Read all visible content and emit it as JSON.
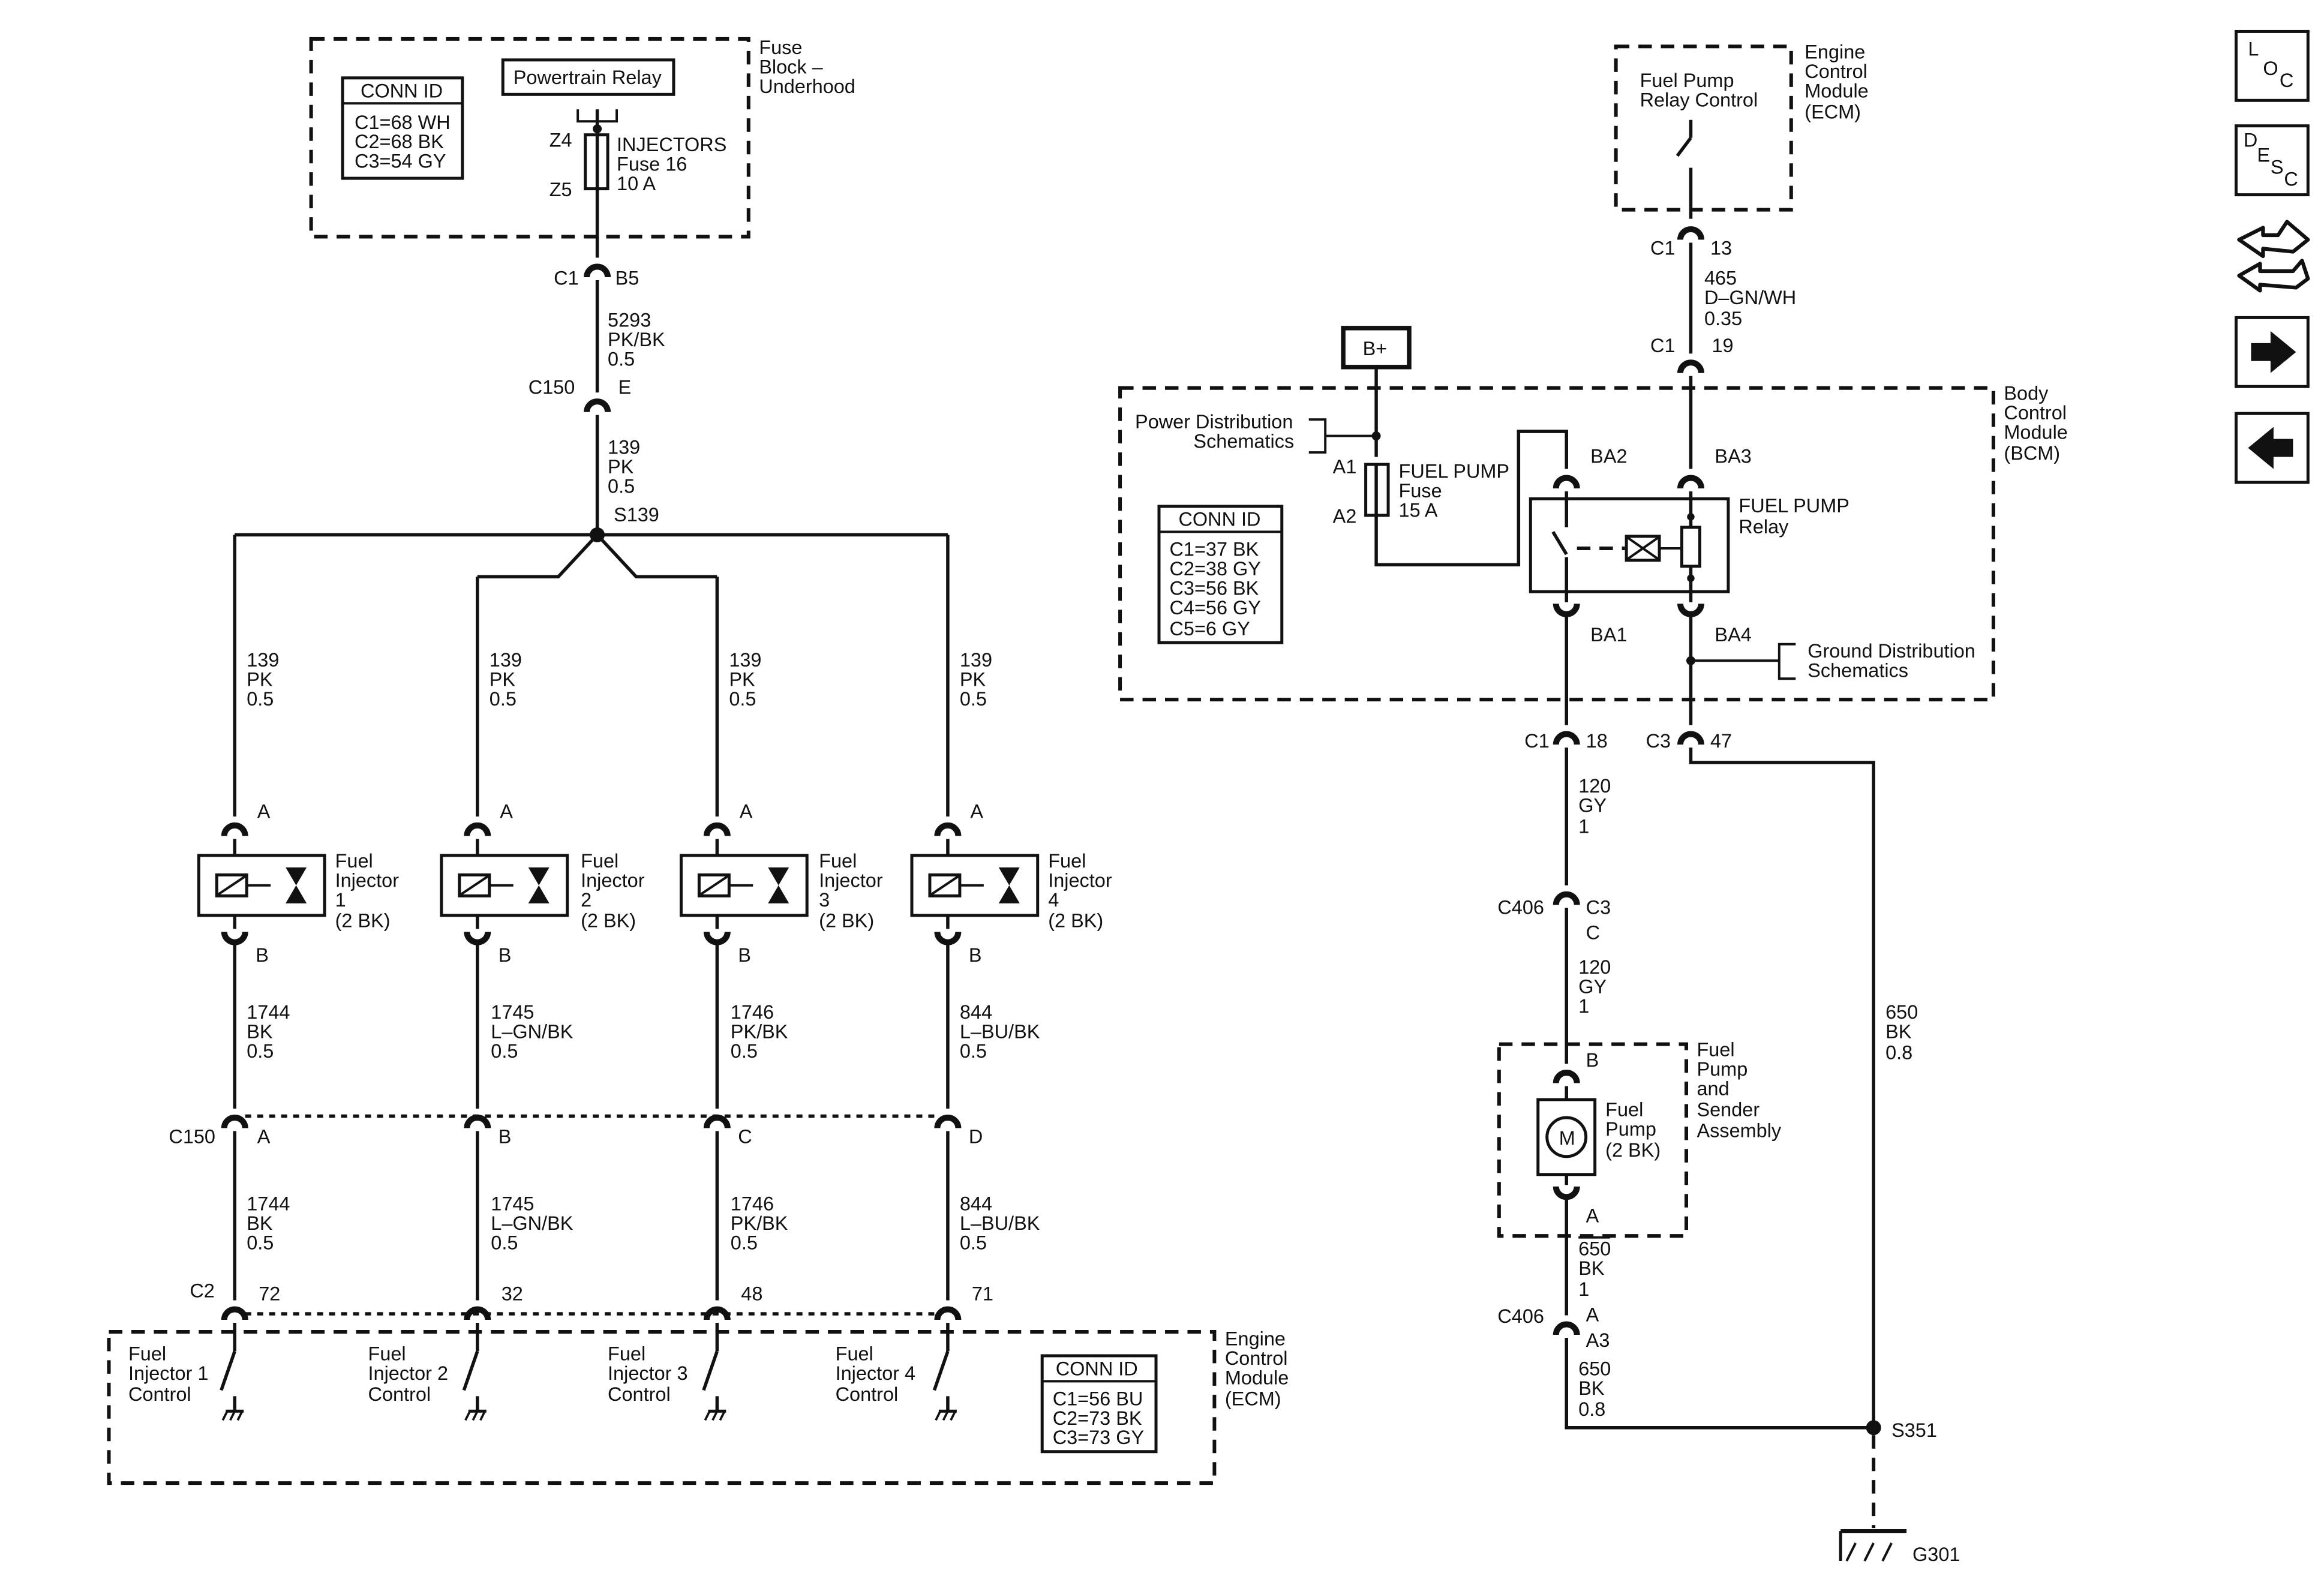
{
  "fuse_block": {
    "name": [
      "Fuse",
      "Block –",
      "Underhood"
    ],
    "conn_title": "CONN ID",
    "conn": [
      "C1=68 WH",
      "C2=68 BK",
      "C3=54 GY"
    ],
    "relay": "Powertrain Relay",
    "pin_top": "Z4",
    "pin_bottom": "Z5",
    "fuse": [
      "INJECTORS",
      "Fuse 16",
      "10 A"
    ]
  },
  "feed": {
    "c1": "C1",
    "b5": "B5",
    "wire": [
      "5293",
      "PK/BK",
      "0.5"
    ],
    "c150": "C150",
    "e": "E",
    "wire2": [
      "139",
      "PK",
      "0.5"
    ],
    "splice": "S139"
  },
  "injectors": [
    {
      "top": [
        "139",
        "PK",
        "0.5"
      ],
      "pin_a": "A",
      "label": [
        "Fuel",
        "Injector",
        "1",
        "(2 BK)"
      ],
      "pin_b": "B",
      "wire": [
        "1744",
        "BK",
        "0.5"
      ],
      "c150_pin": "A",
      "wire2": [
        "1744",
        "BK",
        "0.5"
      ],
      "ecm_pin": "72",
      "ctrl": [
        "Fuel",
        "Injector 1",
        "Control"
      ]
    },
    {
      "top": [
        "139",
        "PK",
        "0.5"
      ],
      "pin_a": "A",
      "label": [
        "Fuel",
        "Injector",
        "2",
        "(2 BK)"
      ],
      "pin_b": "B",
      "wire": [
        "1745",
        "L–GN/BK",
        "0.5"
      ],
      "c150_pin": "B",
      "wire2": [
        "1745",
        "L–GN/BK",
        "0.5"
      ],
      "ecm_pin": "32",
      "ctrl": [
        "Fuel",
        "Injector 2",
        "Control"
      ]
    },
    {
      "top": [
        "139",
        "PK",
        "0.5"
      ],
      "pin_a": "A",
      "label": [
        "Fuel",
        "Injector",
        "3",
        "(2 BK)"
      ],
      "pin_b": "B",
      "wire": [
        "1746",
        "PK/BK",
        "0.5"
      ],
      "c150_pin": "C",
      "wire2": [
        "1746",
        "PK/BK",
        "0.5"
      ],
      "ecm_pin": "48",
      "ctrl": [
        "Fuel",
        "Injector 3",
        "Control"
      ]
    },
    {
      "top": [
        "139",
        "PK",
        "0.5"
      ],
      "pin_a": "A",
      "label": [
        "Fuel",
        "Injector",
        "4",
        "(2 BK)"
      ],
      "pin_b": "B",
      "wire": [
        "844",
        "L–BU/BK",
        "0.5"
      ],
      "c150_pin": "D",
      "wire2": [
        "844",
        "L–BU/BK",
        "0.5"
      ],
      "ecm_pin": "71",
      "ctrl": [
        "Fuel",
        "Injector 4",
        "Control"
      ]
    }
  ],
  "ecm_left": {
    "c150": "C150",
    "c2": "C2",
    "name": [
      "Engine",
      "Control",
      "Module",
      "(ECM)"
    ],
    "conn_title": "CONN ID",
    "conn": [
      "C1=56 BU",
      "C2=73 BK",
      "C3=73 GY"
    ]
  },
  "ecm_right": {
    "name": [
      "Engine",
      "Control",
      "Module",
      "(ECM)"
    ],
    "ctrl": [
      "Fuel Pump",
      "Relay Control"
    ],
    "c1": "C1",
    "pin": "13",
    "wire": [
      "465",
      "D–GN/WH",
      "0.35"
    ],
    "c1b": "C1",
    "pin2": "19"
  },
  "bcm": {
    "bplus": "B+",
    "name": [
      "Body",
      "Control",
      "Module",
      "(BCM)"
    ],
    "power_dist": [
      "Power Distribution",
      "Schematics"
    ],
    "a1": "A1",
    "a2": "A2",
    "fuse": [
      "FUEL PUMP",
      "Fuse",
      "15 A"
    ],
    "conn_title": "CONN ID",
    "conn": [
      "C1=37 BK",
      "C2=38 GY",
      "C3=56 BK",
      "C4=56 GY",
      "C5=6 GY"
    ],
    "ba2": "BA2",
    "ba3": "BA3",
    "relay": [
      "FUEL PUMP",
      "Relay"
    ],
    "ba1": "BA1",
    "ba4": "BA4",
    "ground_dist": [
      "Ground Distribution",
      "Schematics"
    ]
  },
  "pump": {
    "c1": "C1",
    "p18": "18",
    "c3": "C3",
    "p47": "47",
    "wire": [
      "120",
      "GY",
      "1"
    ],
    "c406": "C406",
    "c3b": "C3",
    "c": "C",
    "wire2": [
      "120",
      "GY",
      "1"
    ],
    "pin_b": "B",
    "label": [
      "Fuel",
      "Pump",
      "(2 BK)"
    ],
    "motor": "M",
    "assembly": [
      "Fuel",
      "Pump",
      "and",
      "Sender",
      "Assembly"
    ],
    "pin_a": "A",
    "wire3": [
      "650",
      "BK",
      "1"
    ],
    "c406b": "C406",
    "a": "A",
    "a3": "A3",
    "wire4": [
      "650",
      "BK",
      "0.8"
    ],
    "wire5": [
      "650",
      "BK",
      "0.8"
    ],
    "splice": "S351",
    "ground": "G301"
  },
  "nav": {
    "loc": [
      "L",
      "O",
      "C"
    ],
    "desc": [
      "D",
      "E",
      "S",
      "C"
    ],
    "icons": [
      "connector-swap-icon",
      "arrow-right-icon",
      "arrow-left-icon"
    ]
  }
}
